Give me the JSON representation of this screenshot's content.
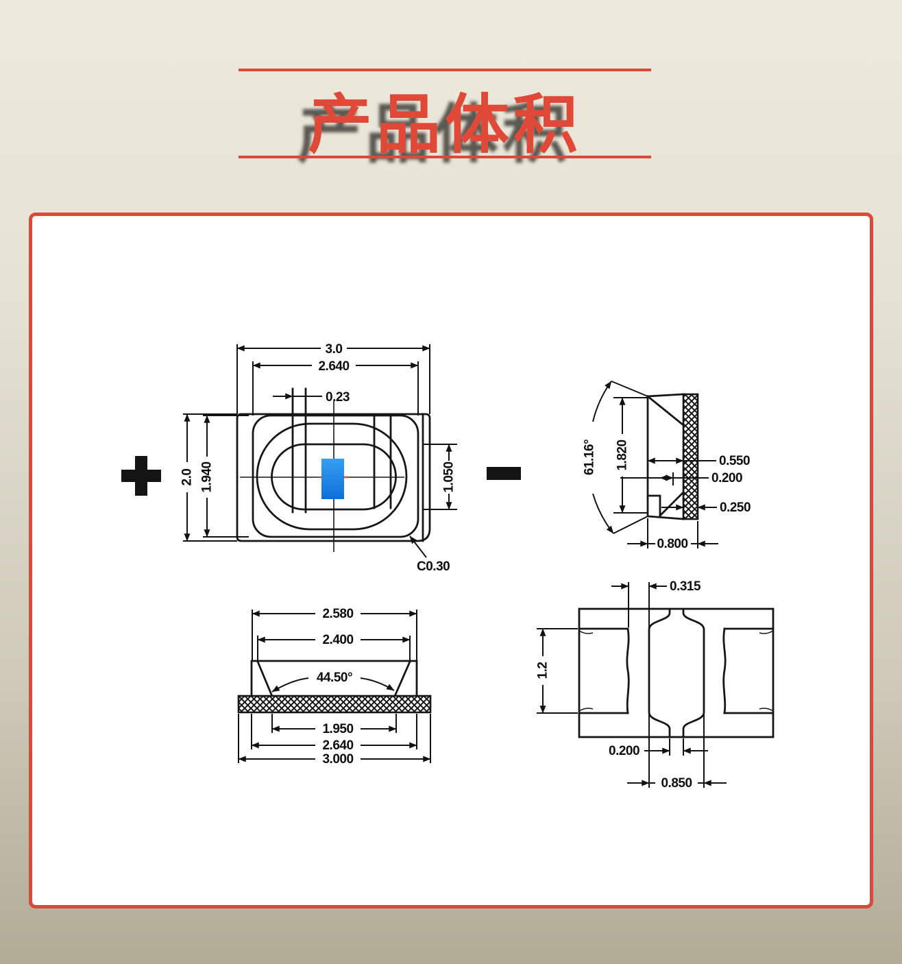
{
  "header": {
    "title": "产品体积",
    "accent_color": "#d9493c"
  },
  "page": {
    "background_top": "#edeadd",
    "background_bottom": "#b2ab96"
  },
  "panel": {
    "border_color": "#d9493c",
    "background": "#ffffff"
  },
  "colors": {
    "drawing_line": "#161616",
    "chip_blue_top": "#35a0f1",
    "chip_blue_bottom": "#0d6fd8",
    "center_mark_orange": "#c2512c"
  },
  "diagrams": {
    "top_view": {
      "polarity_positive": "+",
      "polarity_negative": "-",
      "dims": {
        "outer_width": "3.0",
        "body_width": "2.640",
        "electrode_gap": "0.23",
        "outer_height": "2.0",
        "body_height": "1.940",
        "cup_opening_height": "1.050",
        "corner_chamfer": "C0.30"
      }
    },
    "side_view": {
      "dims": {
        "cup_angle": "61.16°",
        "body_height": "1.820",
        "cup_depth_width": "0.550",
        "lead_step": "0.200",
        "lead_thickness": "0.250",
        "base_width": "0.800"
      }
    },
    "front_view": {
      "dims": {
        "top_opening_width": "2.580",
        "cup_top_width": "2.400",
        "cup_angle": "44.50°",
        "cup_bottom_width": "1.950",
        "body_width": "2.640",
        "total_width": "3.000"
      }
    },
    "bottom_view": {
      "dims": {
        "pad_gap": "0.315",
        "side_pad_height": "1.2",
        "neck_width": "0.200",
        "center_pad_width": "0.850"
      }
    }
  }
}
